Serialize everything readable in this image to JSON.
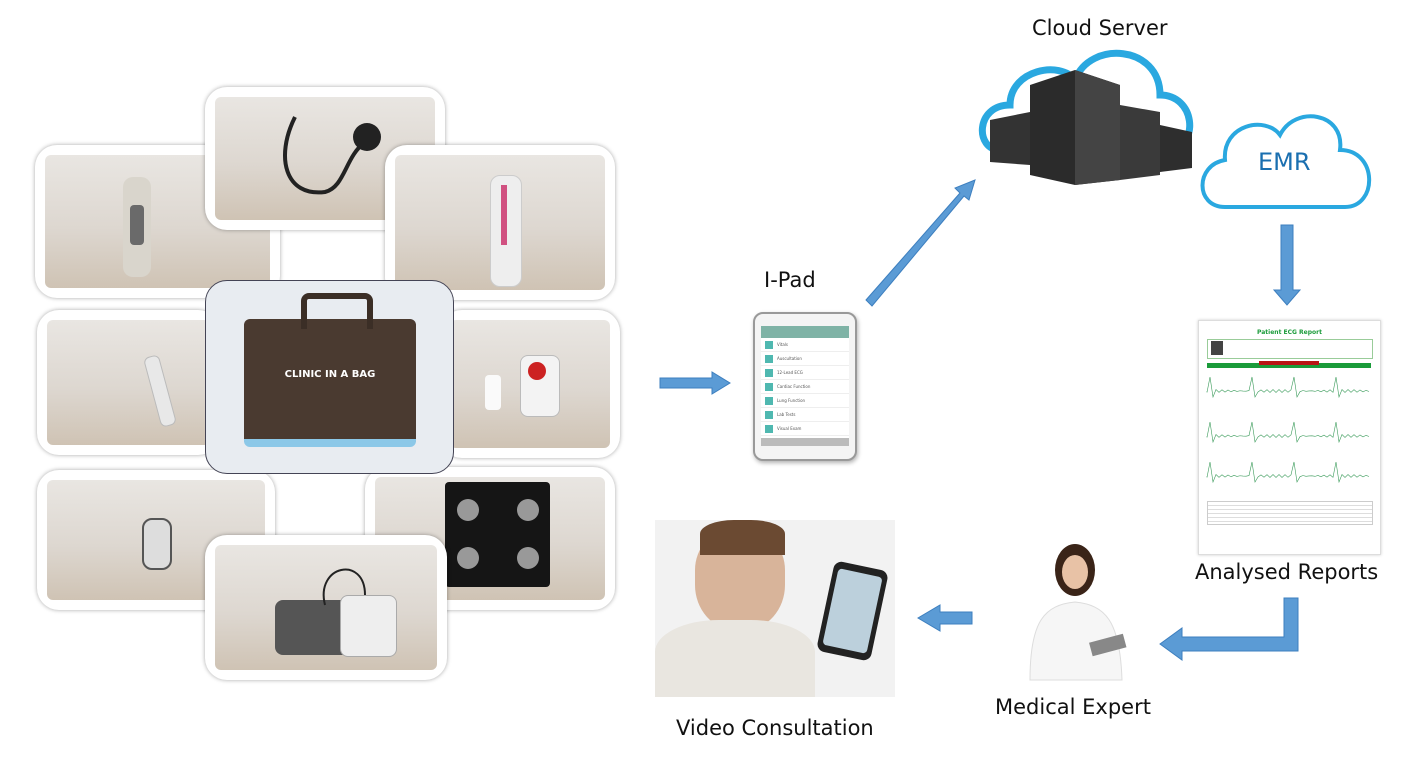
{
  "labels": {
    "cloud_server": "Cloud Server",
    "emr": "EMR",
    "ipad": "I-Pad",
    "analysed_reports": "Analysed Reports",
    "medical_expert": "Medical Expert",
    "video_consultation": "Video Consultation"
  },
  "bag": {
    "text": "CLINIC IN A BAG"
  },
  "ipad_menu": [
    "Vitals",
    "Auscultation",
    "12-Lead ECG",
    "Cardiac Function",
    "Lung Function",
    "Lab Tests",
    "Visual Exam"
  ],
  "report": {
    "title": "Patient ECG Report"
  },
  "colors": {
    "arrow": "#5b9bd5",
    "cloud_outline": "#2aa8e0",
    "report_accent": "#1a9b3a",
    "alert": "#b81414"
  }
}
